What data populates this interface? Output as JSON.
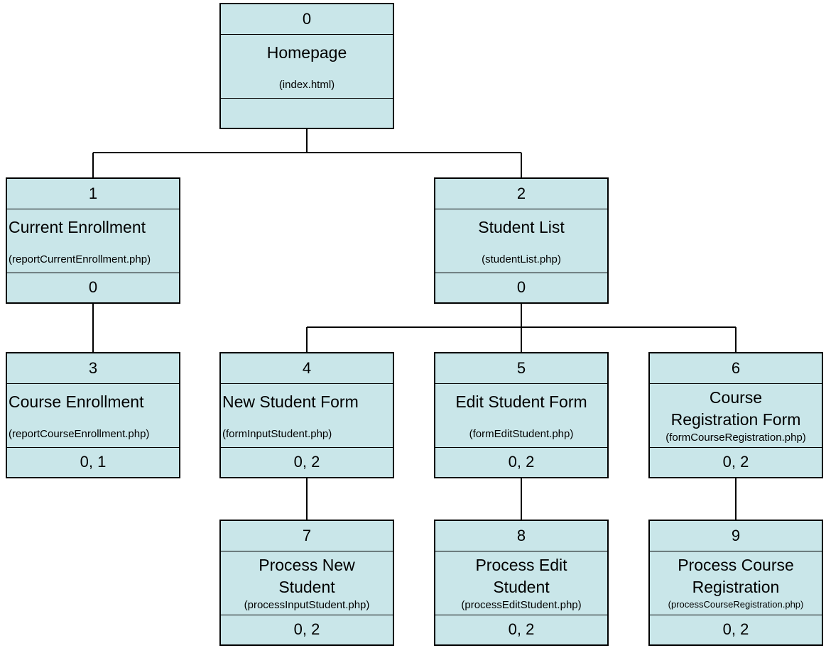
{
  "nodes": [
    {
      "id": "0",
      "title": "Homepage",
      "file": "(index.html)",
      "refs": ""
    },
    {
      "id": "1",
      "title": "Current Enrollment",
      "file": "(reportCurrentEnrollment.php)",
      "refs": "0"
    },
    {
      "id": "2",
      "title": "Student List",
      "file": "(studentList.php)",
      "refs": "0"
    },
    {
      "id": "3",
      "title": "Course Enrollment",
      "file": "(reportCourseEnrollment.php)",
      "refs": "0, 1"
    },
    {
      "id": "4",
      "title": "New Student Form",
      "file": "(formInputStudent.php)",
      "refs": "0, 2"
    },
    {
      "id": "5",
      "title": "Edit Student Form",
      "file": "(formEditStudent.php)",
      "refs": "0, 2"
    },
    {
      "id": "6",
      "title": "Course Registration Form",
      "file": "(formCourseRegistration.php)",
      "refs": "0, 2"
    },
    {
      "id": "7",
      "title": "Process New Student",
      "file": "(processInputStudent.php)",
      "refs": "0, 2"
    },
    {
      "id": "8",
      "title": "Process Edit Student",
      "file": "(processEditStudent.php)",
      "refs": "0, 2"
    },
    {
      "id": "9",
      "title": "Process Course Registration",
      "file": "(processCourseRegistration.php)",
      "refs": "0, 2"
    }
  ],
  "edges": [
    [
      "0",
      "1"
    ],
    [
      "0",
      "2"
    ],
    [
      "1",
      "3"
    ],
    [
      "2",
      "4"
    ],
    [
      "2",
      "5"
    ],
    [
      "2",
      "6"
    ],
    [
      "4",
      "7"
    ],
    [
      "5",
      "8"
    ],
    [
      "6",
      "9"
    ]
  ]
}
